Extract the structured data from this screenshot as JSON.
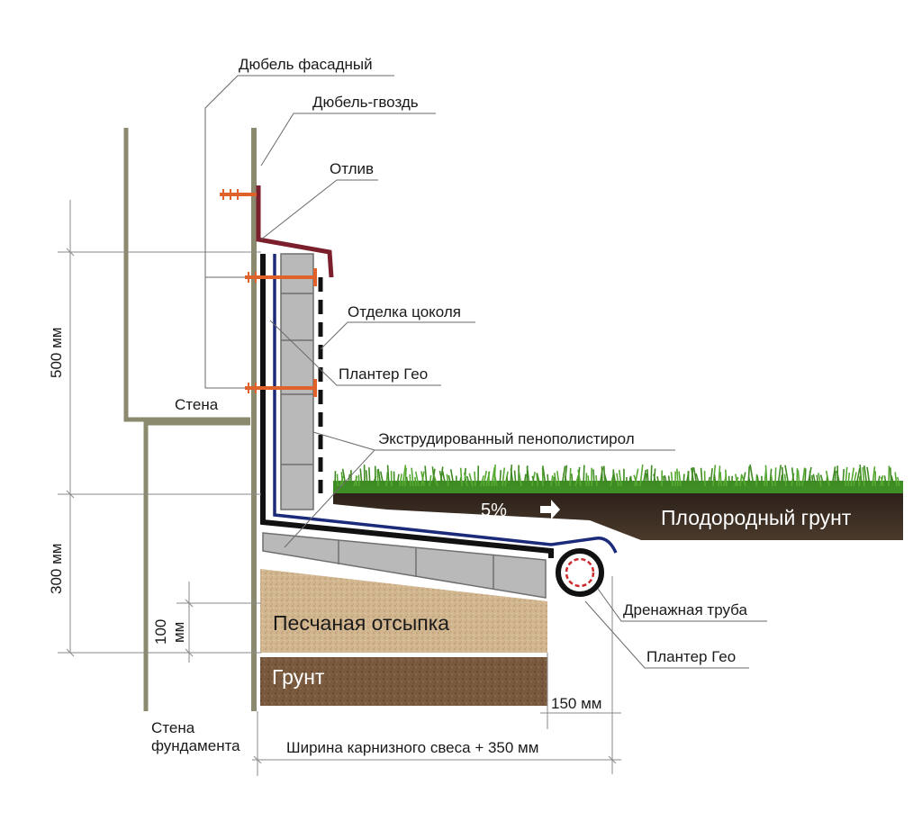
{
  "labels": {
    "dowel_facade": "Дюбель фасадный",
    "dowel_nail": "Дюбель-гвоздь",
    "drip": "Отлив",
    "plinth_finish": "Отделка цоколя",
    "planter_geo_1": "Плантер Гео",
    "wall": "Стена",
    "xps": "Экструдированный пенополистирол",
    "slope": "5%",
    "fertile_soil": "Плодородный грунт",
    "drain_pipe": "Дренажная труба",
    "planter_geo_2": "Плантер Гео",
    "sand_bed": "Песчаная отсыпка",
    "soil": "Грунт",
    "foundation_wall_1": "Стена",
    "foundation_wall_2": "фундамента",
    "dim_150": "150 мм",
    "dim_width": "Ширина карнизного свеса + 350 мм",
    "dim_500": "500 мм",
    "dim_300": "300 мм",
    "dim_100a": "100",
    "dim_100b": "мм"
  },
  "colors": {
    "wall_stroke": "#8c8a6e",
    "drip": "#7a1f2b",
    "dowel": "#e0622a",
    "membrane_black": "#111111",
    "membrane_blue": "#1c2a7a",
    "xps_fill": "#b9b9b9",
    "xps_stroke": "#6f6f6f",
    "soil": "#3b2d22",
    "sand": "#cdb08a",
    "ground": "#6e4e34",
    "grass": "#4a9a2a",
    "pipe_ring": "#cc2b2b"
  }
}
